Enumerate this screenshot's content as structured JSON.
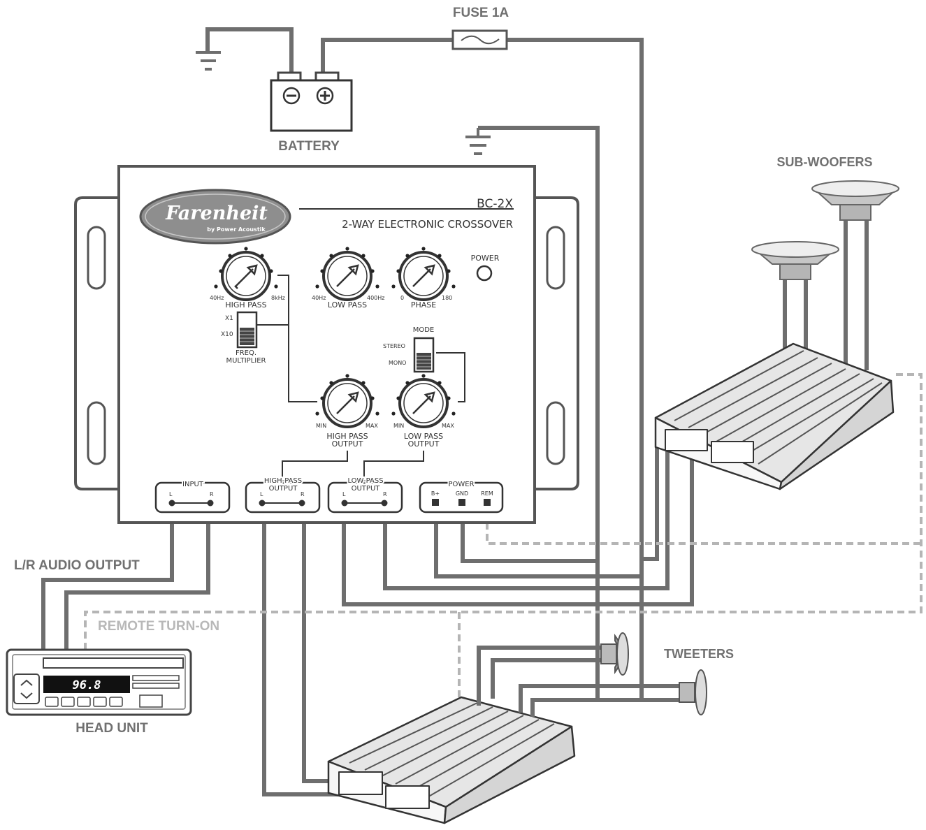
{
  "labels": {
    "fuse": "FUSE 1A",
    "battery": "BATTERY",
    "sub_woofers": "SUB-WOOFERS",
    "tweeters": "TWEETERS",
    "lr_audio_output": "L/R AUDIO OUTPUT",
    "remote_turn_on": "REMOTE TURN-ON",
    "head_unit": "HEAD UNIT"
  },
  "crossover": {
    "logo": "Farenheit",
    "logo_sub": "by Power Acoustik",
    "model": "BC-2X",
    "title": "2-WAY ELECTRONIC CROSSOVER",
    "power": "POWER",
    "knobs": {
      "high_pass": {
        "label": "HIGH PASS",
        "min": "40Hz",
        "max": "8kHz"
      },
      "low_pass": {
        "label": "LOW PASS",
        "min": "40Hz",
        "max": "400Hz"
      },
      "phase": {
        "label": "PHASE",
        "min": "0",
        "max": "180"
      },
      "hp_output": {
        "label1": "HIGH PASS",
        "label2": "OUTPUT",
        "min": "MIN",
        "max": "MAX"
      },
      "lp_output": {
        "label1": "LOW PASS",
        "label2": "OUTPUT",
        "min": "MIN",
        "max": "MAX"
      }
    },
    "freq_mult": {
      "x1": "X1",
      "x10": "X10",
      "label1": "FREQ.",
      "label2": "MULTIPLIER"
    },
    "mode": {
      "label": "MODE",
      "stereo": "STEREO",
      "mono": "MONO"
    },
    "terminals": {
      "input": "INPUT",
      "hp_output1": "HIGH-PASS",
      "hp_output2": "OUTPUT",
      "lp_output1": "LOW-PASS",
      "lp_output2": "OUTPUT",
      "power": "POWER",
      "l": "L",
      "r": "R",
      "bplus": "B+",
      "gnd": "GND",
      "rem": "REM"
    }
  },
  "head_unit": {
    "display": "96.8"
  }
}
